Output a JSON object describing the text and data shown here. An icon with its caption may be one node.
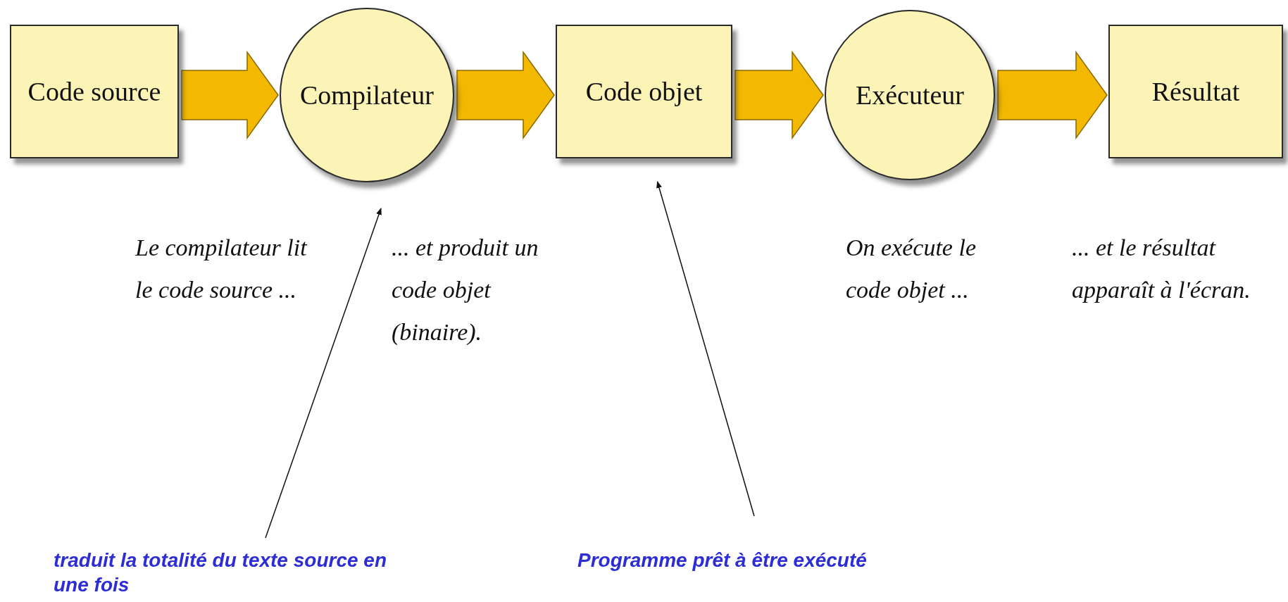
{
  "diagram": {
    "nodes": [
      {
        "text": [
          "Code source"
        ]
      },
      {
        "text": [
          "Compilateur"
        ]
      },
      {
        "text": [
          "Code objet"
        ]
      },
      {
        "text": [
          "Exécuteur"
        ]
      },
      {
        "text": [
          "Résultat"
        ]
      },
      {
        "text": [
          "traduit la totalité du texte source en une fois"
        ]
      },
      {
        "text": [
          "Programme prêt à être exécuté"
        ]
      }
    ],
    "edges": [
      {
        "from": 0,
        "to": 1,
        "arrow": "to",
        "style": "thick"
      },
      {
        "from": 1,
        "to": 2,
        "arrow": "to",
        "style": "thick"
      },
      {
        "from": 2,
        "to": 3,
        "arrow": "to",
        "style": "thick"
      },
      {
        "from": 3,
        "to": 4,
        "arrow": "to",
        "style": "thick"
      },
      {
        "from": 5,
        "to": 1,
        "arrow": "to"
      },
      {
        "from": 6,
        "to": 2,
        "arrow": "to"
      }
    ],
    "labels": [
      "Le compilateur lit le code source ...",
      "... et produit un code objet (binaire).",
      "On exécute le code objet ...",
      "... et le résultat apparaît à l'écran."
    ]
  }
}
